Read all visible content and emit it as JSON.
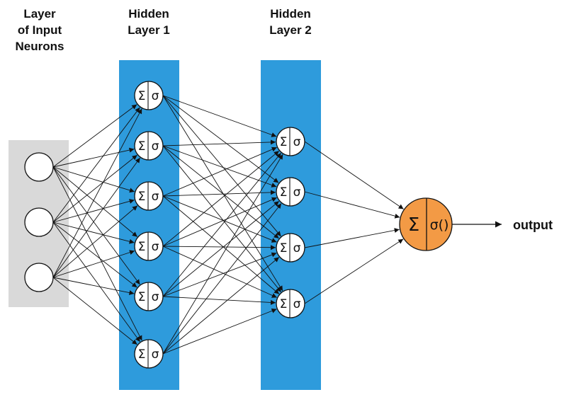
{
  "headers": {
    "input": "Layer\nof Input\nNeurons",
    "hidden1": "Hidden\nLayer 1",
    "hidden2": "Hidden\nLayer 2"
  },
  "layers": {
    "input_count": 3,
    "hidden1_count": 6,
    "hidden2_count": 4,
    "output_count": 1
  },
  "neuron": {
    "sum_symbol": "Σ",
    "activation_symbol": "σ",
    "output_activation_symbol": "σ()"
  },
  "output_label": "output",
  "colors": {
    "input_band": "#d9d9d9",
    "hidden_band": "#2e9bdc",
    "neuron_fill": "#ffffff",
    "output_fill": "#f39a45",
    "stroke": "#111111"
  }
}
